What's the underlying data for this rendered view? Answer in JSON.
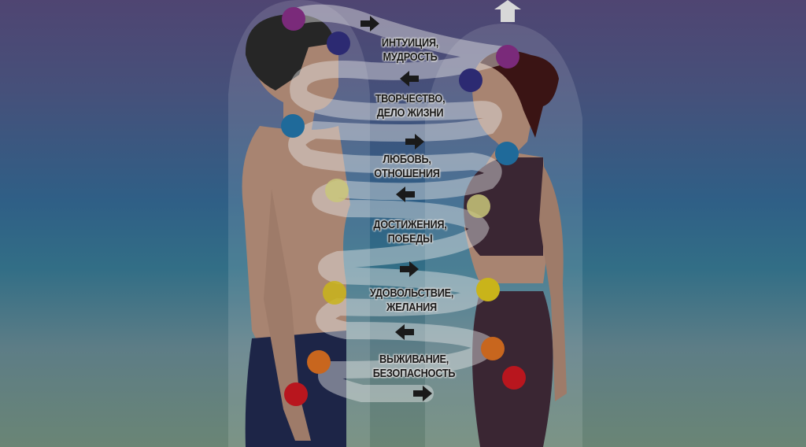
{
  "labels": [
    {
      "line1": "ИНТУИЦИЯ,",
      "line2": "МУДРОСТЬ"
    },
    {
      "line1": "ТВОРЧЕСТВО,",
      "line2": "ДЕЛО ЖИЗНИ"
    },
    {
      "line1": "ЛЮБОВЬ,",
      "line2": "ОТНОШЕНИЯ"
    },
    {
      "line1": "ДОСТИЖЕНИЯ,",
      "line2": "ПОБЕДЫ"
    },
    {
      "line1": "УДОВОЛЬСТВИЕ,",
      "line2": "ЖЕЛАНИЯ"
    },
    {
      "line1": "ВЫЖИВАНИЕ,",
      "line2": "БЕЗОПАСНОСТЬ"
    }
  ],
  "colors": {
    "crown": "#7a2a7a",
    "third_eye": "#2c2a72",
    "throat": "#1f6a9a",
    "heart": "#c9c77a",
    "solar": "#c9b41a",
    "sacral": "#c8661e",
    "root": "#b8161e"
  }
}
